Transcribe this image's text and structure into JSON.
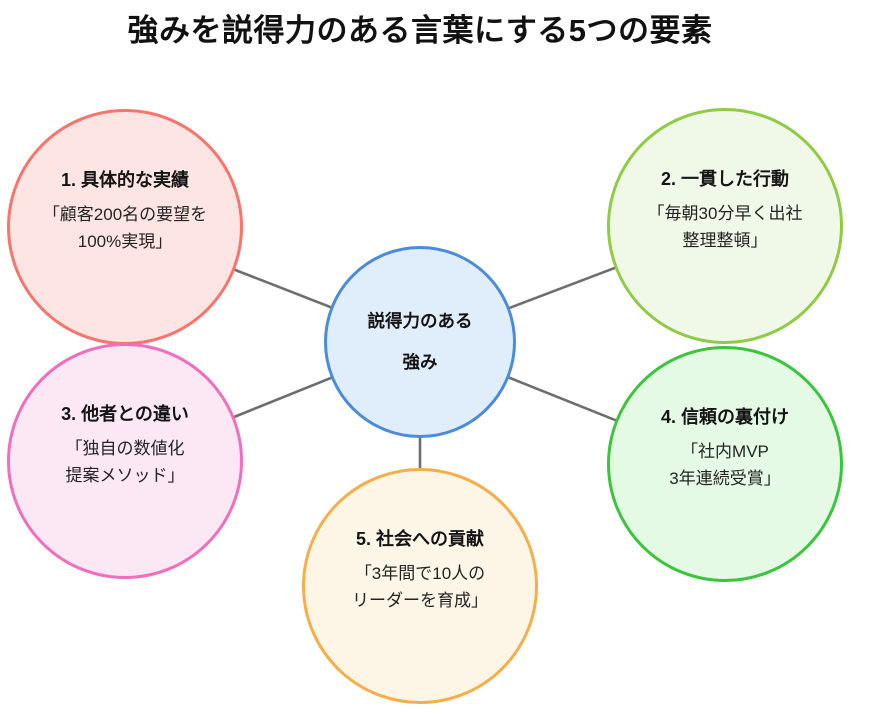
{
  "title": "強みを説得力のある言葉にする5つの要素",
  "background_color": "#ffffff",
  "connector_color": "#6e6e6e",
  "center_node": {
    "lines": [
      "説得力のある",
      "強み"
    ],
    "border_color": "#4a8bda",
    "fill_color": "#e0edfb"
  },
  "nodes": [
    {
      "title": "1. 具体的な実績",
      "body": [
        "「顧客200名の要望を",
        "100%実現」"
      ],
      "border_color": "#f8746c",
      "fill_color": "#fce5e2"
    },
    {
      "title": "2. 一貫した行動",
      "body": [
        "「毎朝30分早く出社",
        "整理整頓」"
      ],
      "border_color": "#90cb45",
      "fill_color": "#f0f8e7"
    },
    {
      "title": "3. 他者との違い",
      "body": [
        "「独自の数値化",
        "提案メソッド」"
      ],
      "border_color": "#f16eba",
      "fill_color": "#fce8f5"
    },
    {
      "title": "4. 信頼の裏付け",
      "body": [
        "「社内MVP",
        "3年連続受賞」"
      ],
      "border_color": "#3cc43c",
      "fill_color": "#e4fae4"
    },
    {
      "title": "5. 社会への貢献",
      "body": [
        "「3年間で10人の",
        "リーダーを育成」"
      ],
      "border_color": "#f6ae4b",
      "fill_color": "#fdf6e7"
    }
  ]
}
